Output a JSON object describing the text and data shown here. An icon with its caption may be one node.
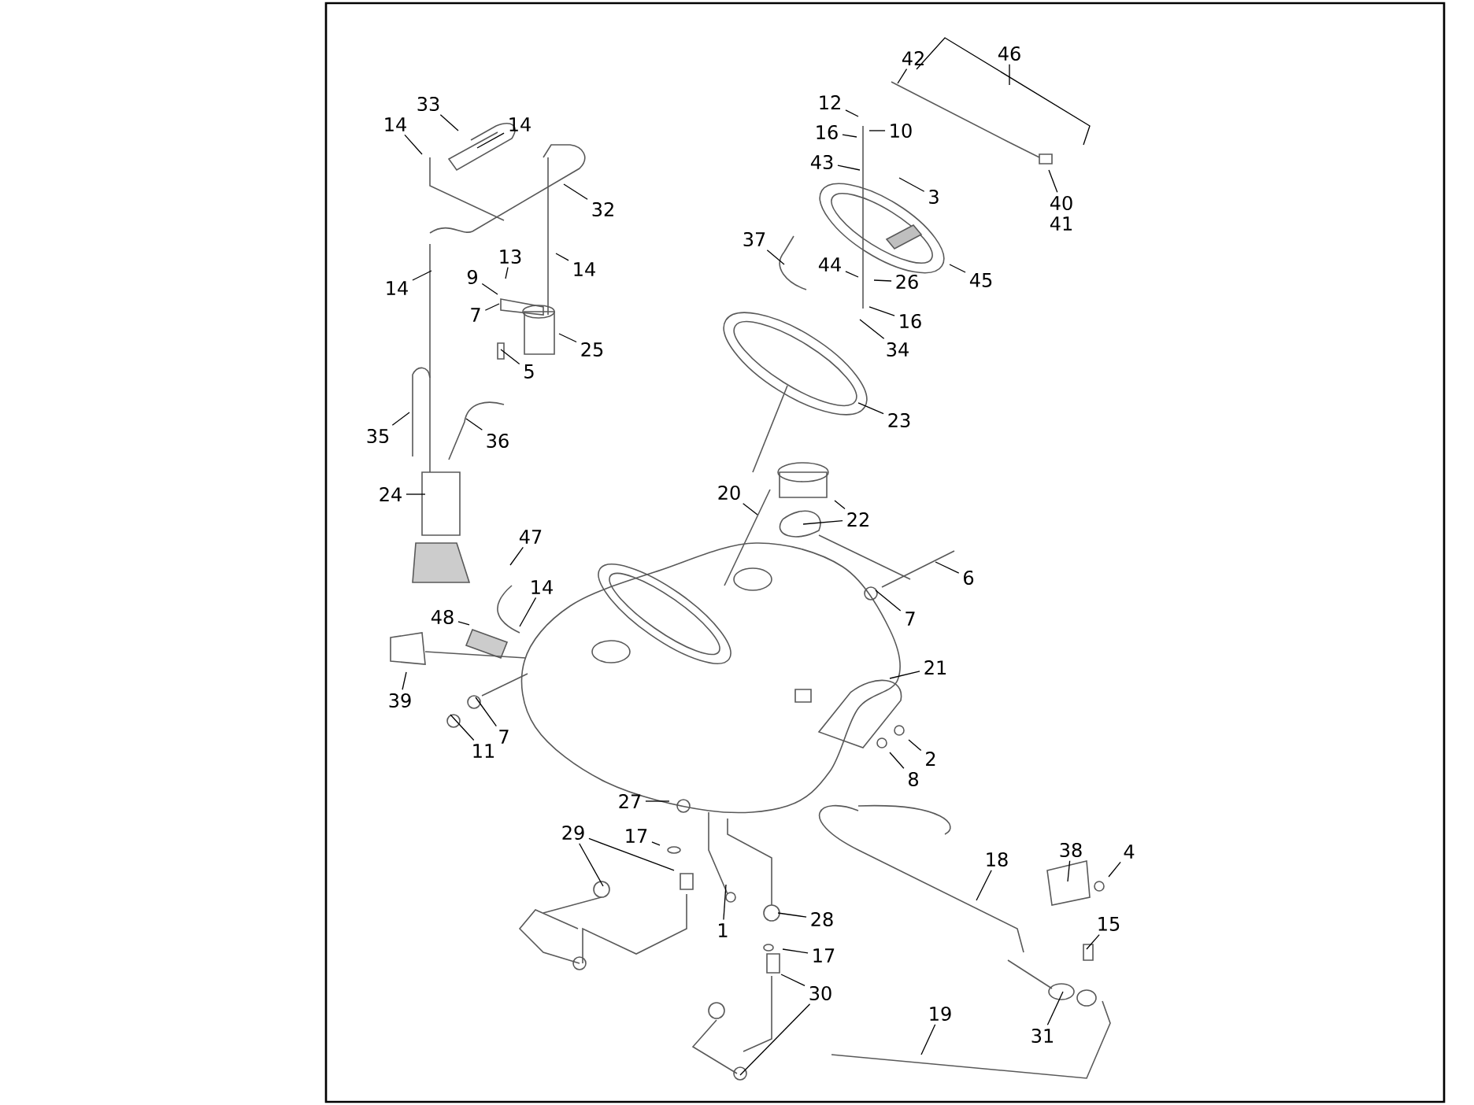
{
  "diagram": {
    "nodes": [
      {
        "text": [
          "14"
        ]
      },
      {
        "text": [
          "33"
        ]
      },
      {
        "text": [
          "14"
        ]
      },
      {
        "text": [
          "32"
        ]
      },
      {
        "text": [
          "13"
        ]
      },
      {
        "text": [
          "9"
        ]
      },
      {
        "text": [
          "7"
        ]
      },
      {
        "text": [
          "14"
        ]
      },
      {
        "text": [
          "14"
        ]
      },
      {
        "text": [
          "25"
        ]
      },
      {
        "text": [
          "5"
        ]
      },
      {
        "text": [
          "35"
        ]
      },
      {
        "text": [
          "36"
        ]
      },
      {
        "text": [
          "24"
        ]
      },
      {
        "text": [
          "42"
        ]
      },
      {
        "text": [
          "12"
        ]
      },
      {
        "text": [
          "16"
        ]
      },
      {
        "text": [
          "10"
        ]
      },
      {
        "text": [
          "43"
        ]
      },
      {
        "text": [
          "3"
        ]
      },
      {
        "text": [
          "37"
        ]
      },
      {
        "text": [
          "44"
        ]
      },
      {
        "text": [
          "26"
        ]
      },
      {
        "text": [
          "16"
        ]
      },
      {
        "text": [
          "45"
        ]
      },
      {
        "text": [
          "34"
        ]
      },
      {
        "text": [
          "40"
        ]
      },
      {
        "text": [
          "23"
        ]
      },
      {
        "text": [
          "20"
        ]
      },
      {
        "text": [
          "22"
        ]
      },
      {
        "text": [
          "47"
        ]
      },
      {
        "text": [
          "14"
        ]
      },
      {
        "text": [
          "48"
        ]
      },
      {
        "text": [
          "6"
        ]
      },
      {
        "text": [
          "7"
        ]
      },
      {
        "text": [
          "21"
        ]
      },
      {
        "text": [
          "39"
        ]
      },
      {
        "text": [
          "7"
        ]
      },
      {
        "text": [
          "11"
        ]
      },
      {
        "text": [
          "2"
        ]
      },
      {
        "text": [
          "8"
        ]
      },
      {
        "text": [
          "27"
        ]
      },
      {
        "text": [
          "17"
        ]
      },
      {
        "text": [
          "29"
        ]
      },
      {
        "text": [
          "1"
        ]
      },
      {
        "text": [
          "28"
        ]
      },
      {
        "text": [
          "17"
        ]
      },
      {
        "text": [
          "30"
        ]
      },
      {
        "text": [
          "18"
        ]
      },
      {
        "text": [
          "38"
        ]
      },
      {
        "text": [
          "4"
        ]
      },
      {
        "text": [
          "15"
        ]
      },
      {
        "text": [
          "31"
        ]
      },
      {
        "text": [
          "19"
        ]
      },
      {
        "text": [
          "46"
        ]
      }
    ],
    "edges": [
      {
        "from": 0,
        "to": null,
        "arrow": "none"
      },
      {
        "from": 1,
        "to": null,
        "arrow": "none"
      },
      {
        "from": 2,
        "to": null,
        "arrow": "none"
      },
      {
        "from": 3,
        "to": null,
        "arrow": "none"
      },
      {
        "from": 4,
        "to": null,
        "arrow": "none"
      },
      {
        "from": 5,
        "to": null,
        "arrow": "none"
      },
      {
        "from": 6,
        "to": null,
        "arrow": "none"
      },
      {
        "from": 7,
        "to": null,
        "arrow": "none"
      },
      {
        "from": 8,
        "to": null,
        "arrow": "none"
      },
      {
        "from": 9,
        "to": null,
        "arrow": "none"
      },
      {
        "from": 10,
        "to": null,
        "arrow": "none"
      },
      {
        "from": 11,
        "to": null,
        "arrow": "none"
      },
      {
        "from": 12,
        "to": null,
        "arrow": "none"
      },
      {
        "from": 13,
        "to": null,
        "arrow": "none"
      },
      {
        "from": 14,
        "to": null,
        "arrow": "none"
      },
      {
        "from": 15,
        "to": null,
        "arrow": "none"
      },
      {
        "from": 16,
        "to": null,
        "arrow": "none"
      },
      {
        "from": 17,
        "to": null,
        "arrow": "none"
      },
      {
        "from": 18,
        "to": null,
        "arrow": "none"
      },
      {
        "from": 19,
        "to": null,
        "arrow": "none"
      },
      {
        "from": 20,
        "to": null,
        "arrow": "none"
      },
      {
        "from": 21,
        "to": null,
        "arrow": "none"
      },
      {
        "from": 22,
        "to": null,
        "arrow": "none"
      },
      {
        "from": 23,
        "to": null,
        "arrow": "none"
      },
      {
        "from": 24,
        "to": null,
        "arrow": "none"
      },
      {
        "from": 25,
        "to": null,
        "arrow": "none"
      },
      {
        "from": 26,
        "to": null,
        "arrow": "none"
      },
      {
        "from": 27,
        "to": null,
        "arrow": "none"
      },
      {
        "from": 28,
        "to": null,
        "arrow": "none"
      },
      {
        "from": 29,
        "to": null,
        "arrow": "none"
      },
      {
        "from": 29,
        "to": null,
        "arrow": "none"
      },
      {
        "from": 30,
        "to": null,
        "arrow": "none"
      },
      {
        "from": 31,
        "to": null,
        "arrow": "none"
      },
      {
        "from": 32,
        "to": null,
        "arrow": "none"
      },
      {
        "from": 33,
        "to": null,
        "arrow": "none"
      },
      {
        "from": 34,
        "to": null,
        "arrow": "none"
      },
      {
        "from": 35,
        "to": null,
        "arrow": "none"
      },
      {
        "from": 36,
        "to": null,
        "arrow": "none"
      },
      {
        "from": 37,
        "to": null,
        "arrow": "none"
      },
      {
        "from": 38,
        "to": null,
        "arrow": "none"
      },
      {
        "from": 39,
        "to": null,
        "arrow": "none"
      },
      {
        "from": 40,
        "to": null,
        "arrow": "none"
      },
      {
        "from": 41,
        "to": null,
        "arrow": "none"
      },
      {
        "from": 42,
        "to": null,
        "arrow": "none"
      },
      {
        "from": 43,
        "to": null,
        "arrow": "none"
      },
      {
        "from": 43,
        "to": null,
        "arrow": "none"
      },
      {
        "from": 44,
        "to": null,
        "arrow": "none"
      },
      {
        "from": 45,
        "to": null,
        "arrow": "none"
      },
      {
        "from": 46,
        "to": null,
        "arrow": "none"
      },
      {
        "from": 47,
        "to": null,
        "arrow": "none"
      },
      {
        "from": 47,
        "to": null,
        "arrow": "none"
      },
      {
        "from": 48,
        "to": null,
        "arrow": "none"
      },
      {
        "from": 49,
        "to": null,
        "arrow": "none"
      },
      {
        "from": 50,
        "to": null,
        "arrow": "none"
      },
      {
        "from": 51,
        "to": null,
        "arrow": "none"
      },
      {
        "from": 52,
        "to": null,
        "arrow": "none"
      },
      {
        "from": 53,
        "to": null,
        "arrow": "none"
      },
      {
        "from": 54,
        "to": null,
        "arrow": "none"
      }
    ],
    "labels": [
      "41"
    ]
  }
}
